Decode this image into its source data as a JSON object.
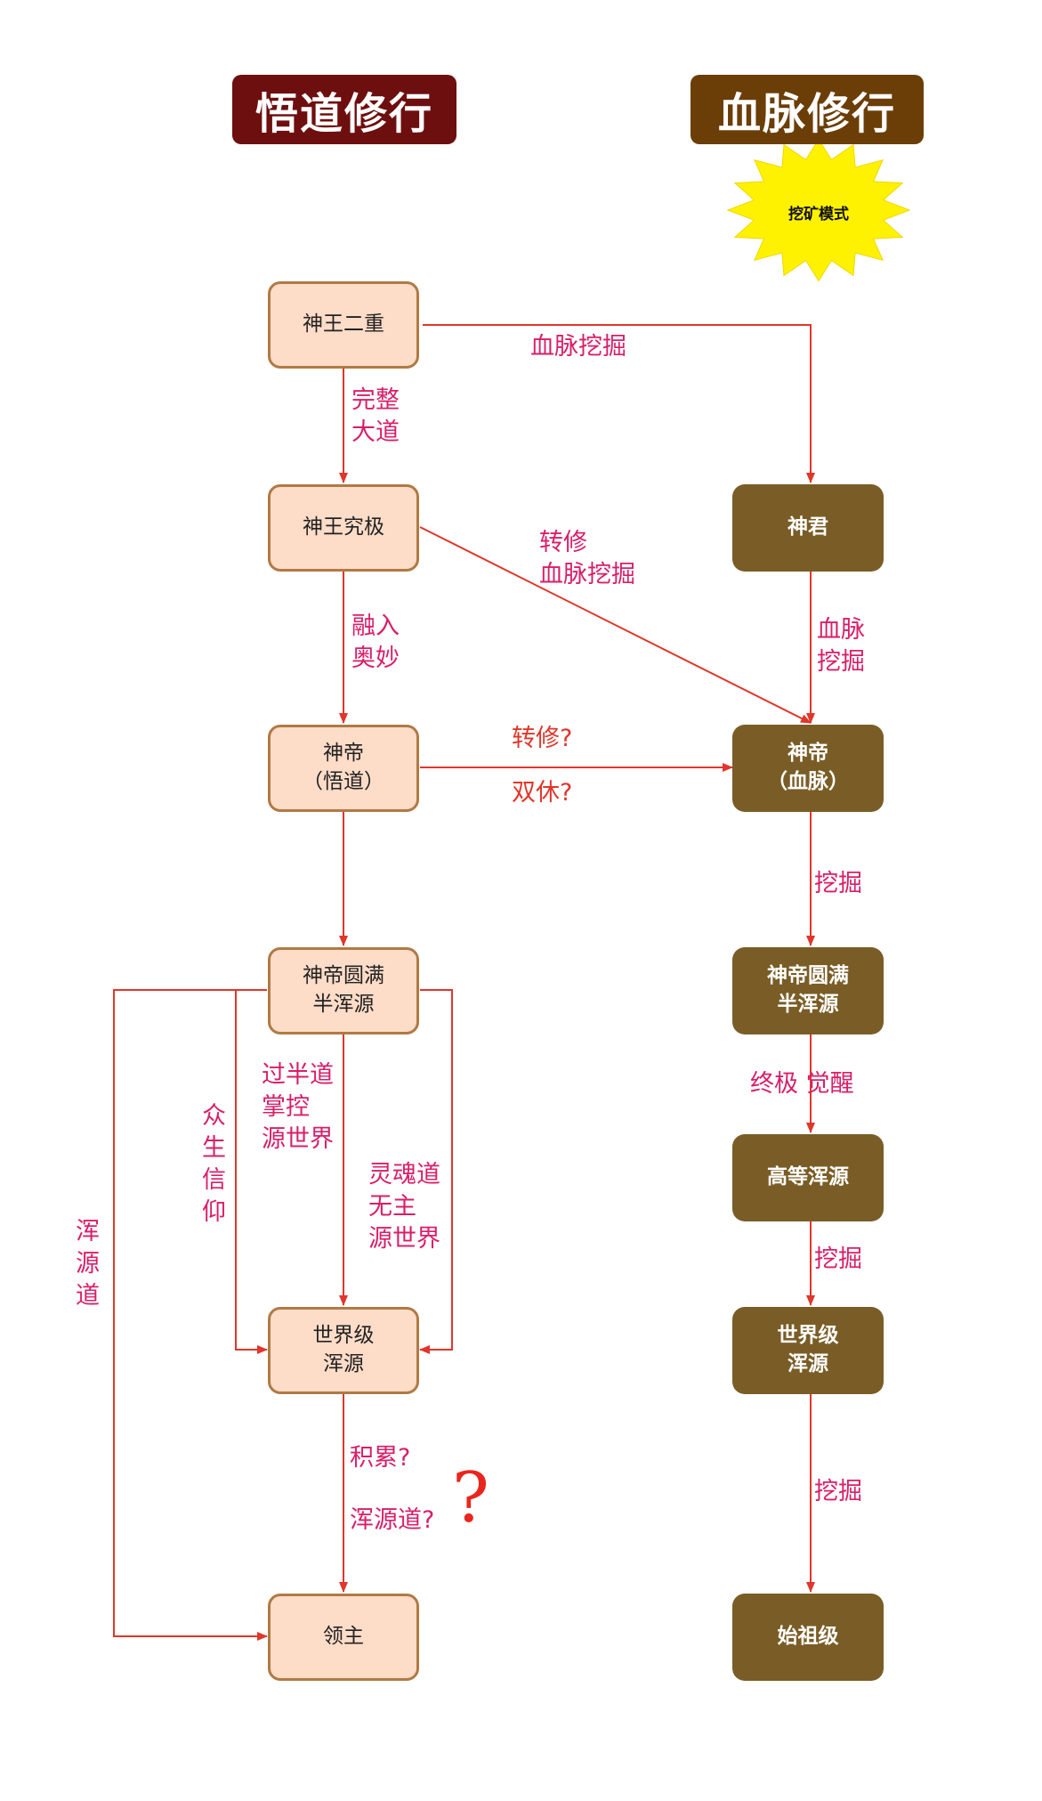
{
  "colors": {
    "left_header": "#6e0f0f",
    "right_header": "#6b3e08",
    "left_node_fill": "#fddcc8",
    "left_node_border": "#b07a44",
    "right_node_fill": "#7a5d26",
    "arrow": "#e0362b",
    "label": "#d81f6a",
    "burst": "#fff200"
  },
  "headers": {
    "left": "悟道修行",
    "right": "血脉修行"
  },
  "burst": {
    "text": "挖矿模式"
  },
  "left_nodes": {
    "n1": "神王二重",
    "n2": "神王究极",
    "n3": "神帝\n（悟道）",
    "n4": "神帝圆满\n半浑源",
    "n5": "世界级\n浑源",
    "n6": "领主"
  },
  "right_nodes": {
    "r1": "神君",
    "r2": "神帝\n（血脉）",
    "r3": "神帝圆满\n半浑源",
    "r4": "高等浑源",
    "r5": "世界级\n浑源",
    "r6": "始祖级"
  },
  "labels": {
    "blood_dig_top": "血脉挖掘",
    "complete_dao": "完整\n大道",
    "switch_blood_dig": "转修\n血脉挖掘",
    "merge_mystery": "融入\n奥妙",
    "switch_q": "转修?",
    "dual_q": "双休?",
    "right_blood_dig": "血脉\n挖掘",
    "dig1": "挖掘",
    "ultimate_awaken": "终极 觉醒",
    "dig2": "挖掘",
    "dig3": "挖掘",
    "half_dao": "过半道\n掌控\n源世界",
    "faith": "众\n生\n信\n仰",
    "soul_dao": "灵魂道\n无主\n源世界",
    "hunyuan_dao": "浑\n源\n道",
    "accumulate_q": "积累?",
    "hunyuan_dao_q": "浑源道?",
    "question_mark": "?"
  }
}
